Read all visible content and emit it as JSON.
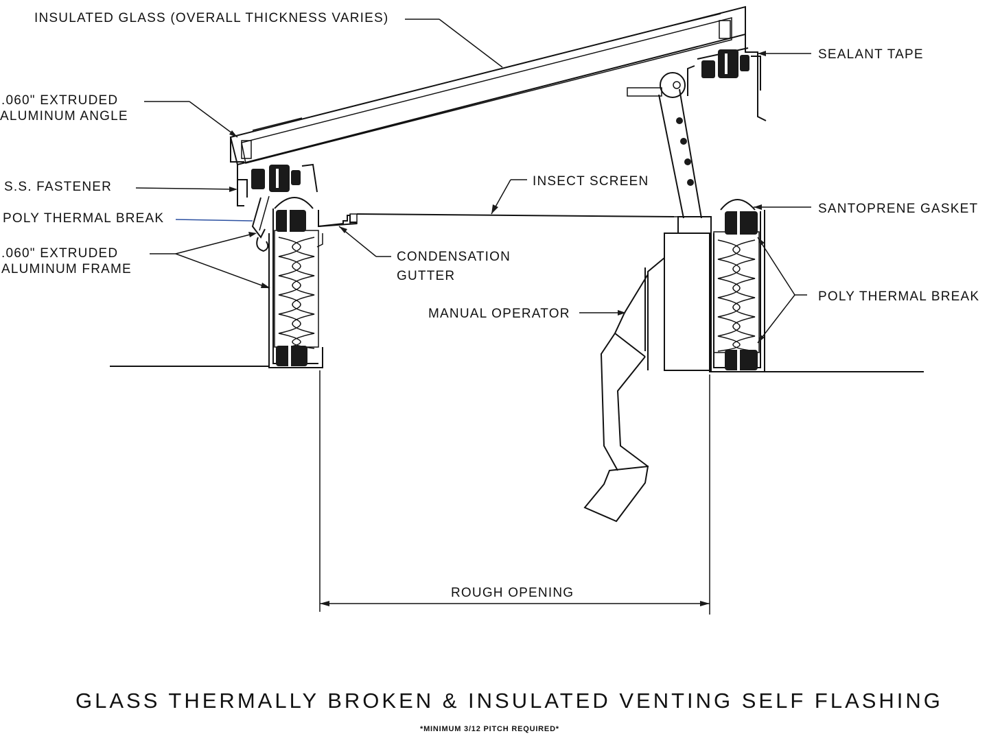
{
  "labels": {
    "insulated_glass": "INSULATED GLASS (OVERALL THICKNESS VARIES)",
    "sealant_tape": "SEALANT TAPE",
    "angle_line1": ".060\" EXTRUDED",
    "angle_line2": "ALUMINUM ANGLE",
    "ss_fastener": "S.S. FASTENER",
    "insect_screen": "INSECT SCREEN",
    "santoprene_gasket": "SANTOPRENE GASKET",
    "poly_thermal_break_left": "POLY THERMAL BREAK",
    "frame_line1": ".060\" EXTRUDED",
    "frame_line2": "ALUMINUM FRAME",
    "condensation_line1": "CONDENSATION",
    "condensation_line2": "GUTTER",
    "manual_operator": "MANUAL OPERATOR",
    "poly_thermal_break_right": "POLY THERMAL BREAK",
    "rough_opening": "ROUGH OPENING"
  },
  "title": "GLASS THERMALLY BROKEN & INSULATED VENTING SELF FLASHING",
  "subtitle": "*MINIMUM 3/12 PITCH REQUIRED*"
}
